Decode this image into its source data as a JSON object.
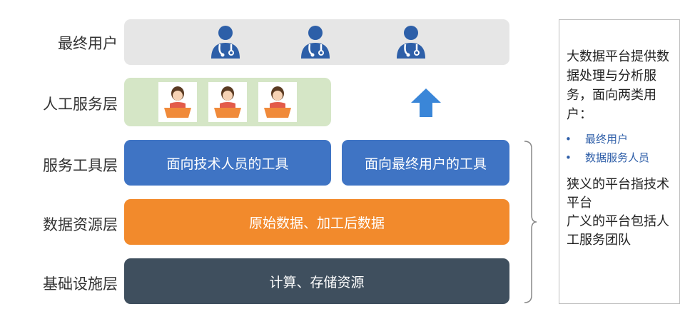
{
  "layers": {
    "users": "最终用户",
    "service": "人工服务层",
    "tools": "服务工具层",
    "data": "数据资源层",
    "infra": "基础设施层"
  },
  "bands": {
    "tool_tech": "面向技术人员的工具",
    "tool_end": "面向最终用户的工具",
    "data": "原始数据、加工后数据",
    "infra": "计算、存储资源"
  },
  "side": {
    "intro": "大数据平台提供数据处理与分析服务，面向两类用户：",
    "bullets": [
      "最终用户",
      "数据服务人员"
    ],
    "narrow": "狭义的平台指技术平台",
    "broad": "广义的平台包括人工服务团队"
  },
  "icons": {
    "user": "doctor-user-icon",
    "staff": "staff-at-desk-icon",
    "arrow": "up-arrow-icon"
  },
  "colors": {
    "blue": "#3f74c4",
    "orange": "#f28a2c",
    "slate": "#3f4f5e",
    "green": "#d5e6c6",
    "gray": "#e6e6e6"
  }
}
